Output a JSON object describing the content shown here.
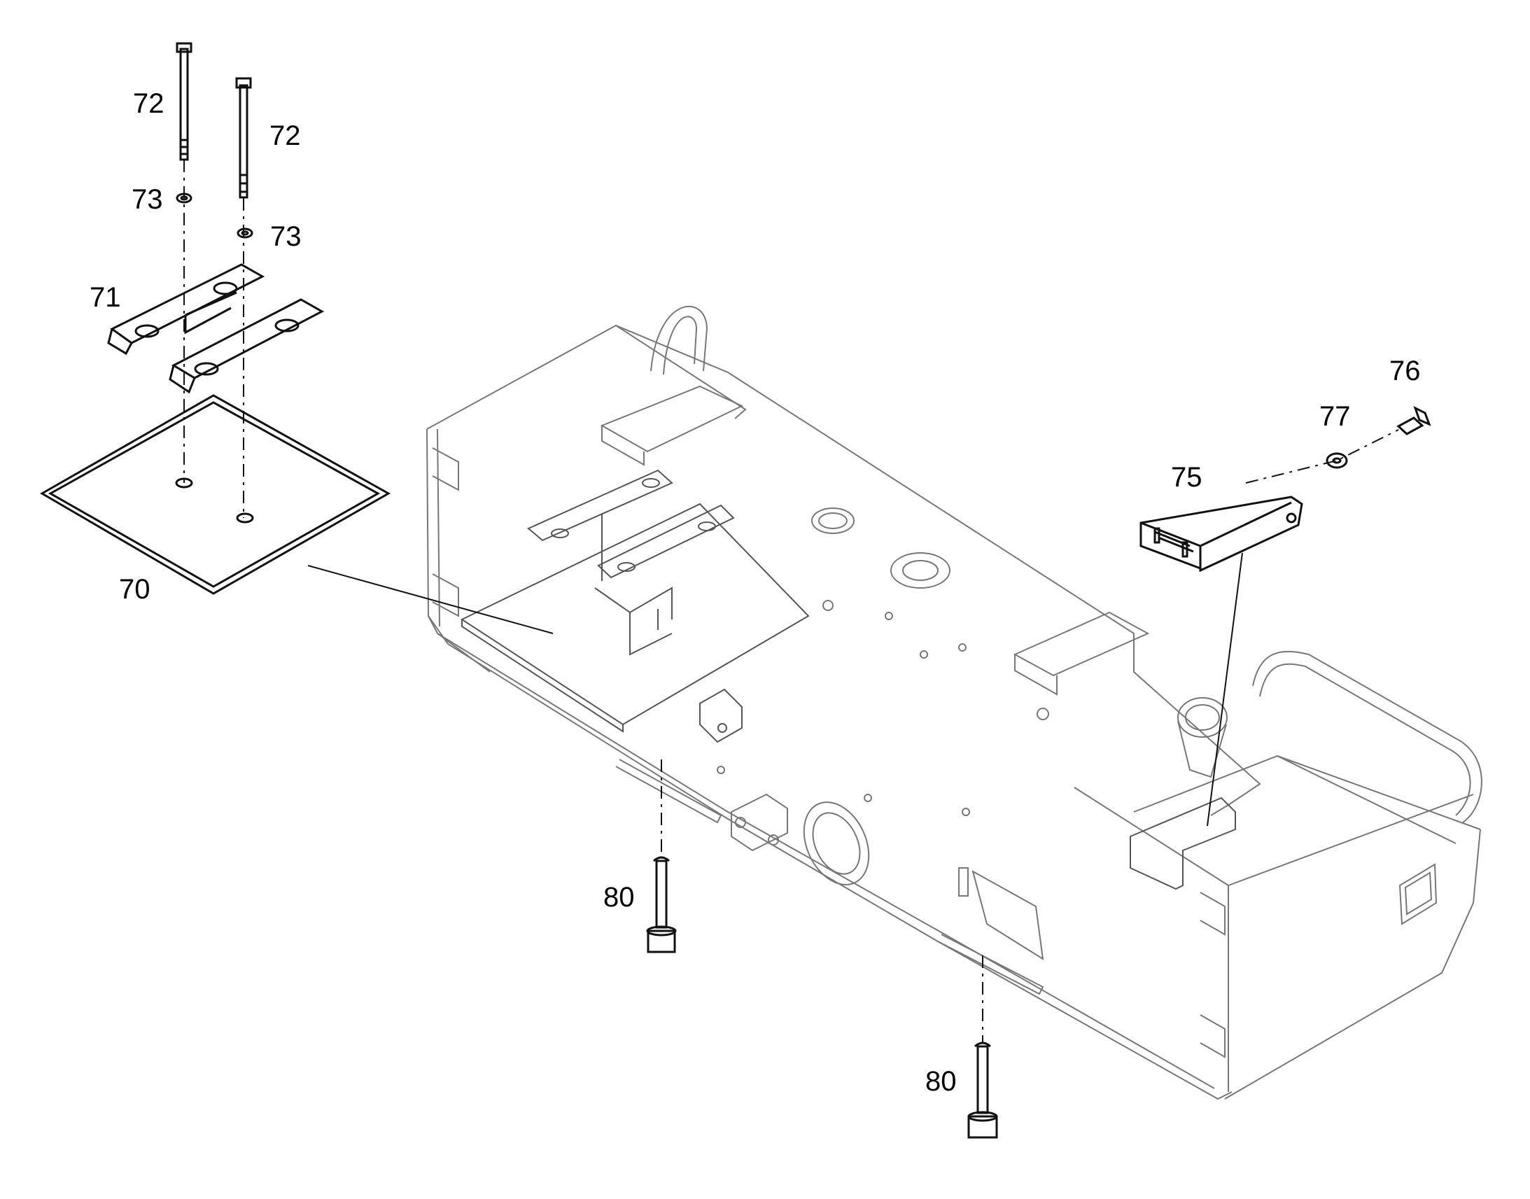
{
  "callouts": {
    "c70": "70",
    "c71": "71",
    "c72a": "72",
    "c72b": "72",
    "c73a": "73",
    "c73b": "73",
    "c75": "75",
    "c76": "76",
    "c77": "77",
    "c80a": "80",
    "c80b": "80"
  },
  "colors": {
    "line": "#111111",
    "body_outline": "#777777",
    "background": "#ffffff"
  }
}
